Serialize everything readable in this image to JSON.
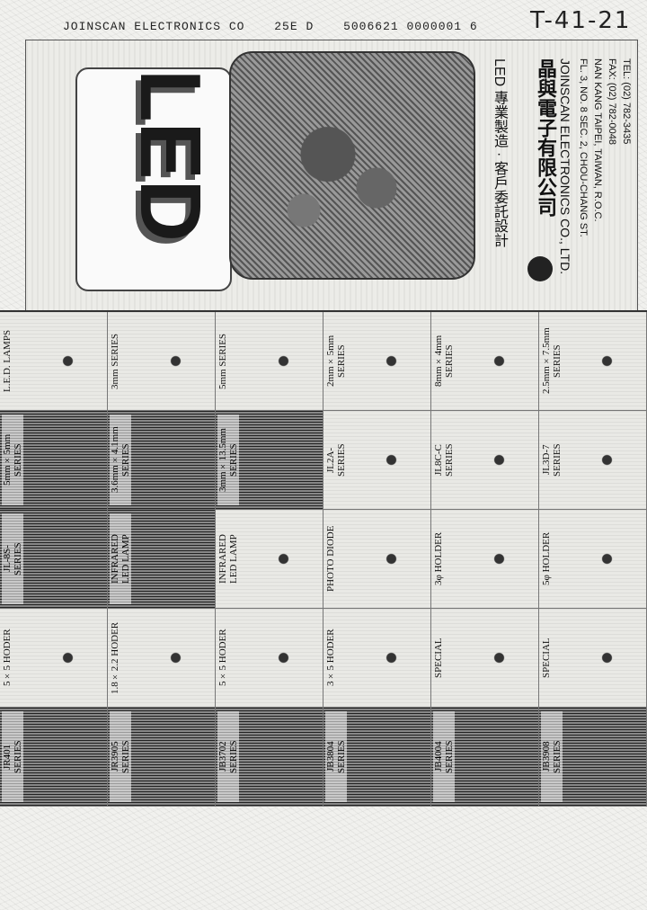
{
  "topline": {
    "company": "JOINSCAN ELECTRONICS CO",
    "code1": "25E D",
    "code2": "5006621 0000001 6",
    "handwritten": "T-41-21"
  },
  "header": {
    "logo": "LED",
    "cn_slogan": "LED 專業製造 · 客戶委託設計",
    "cn_name": "晶與電子有限公司",
    "en_name": "JOINSCAN ELECTRONICS CO., LTD.",
    "address1": "FL. 3, NO. 8 SEC. 2, CHOU-CHANG ST.",
    "address2": "NAN KANG TAIPEI, TAIWAN, R.O.C.",
    "fax": "FAX: (02) 782-0048",
    "tel": "TEL: (02) 782-3435"
  },
  "cells": [
    {
      "label": "L.E.D. LAMPS",
      "dark": false
    },
    {
      "label": "3mm SERIES",
      "dark": false
    },
    {
      "label": "5mm SERIES",
      "dark": false
    },
    {
      "label": "2mm×5mm\nSERIES",
      "dark": false
    },
    {
      "label": "8mm×4mm\nSERIES",
      "dark": false
    },
    {
      "label": "2.5mm×7.5mm\nSERIES",
      "dark": false
    },
    {
      "label": "5mm×5mm\nSERIES",
      "dark": true
    },
    {
      "label": "3.6mm×4.1mm\nSERIES",
      "dark": true
    },
    {
      "label": "3mm×13.5mm\nSERIES",
      "dark": true
    },
    {
      "label": "JL2A-\nSERIES",
      "dark": false
    },
    {
      "label": "JL8C-C\nSERIES",
      "dark": false
    },
    {
      "label": "JL3D-7\nSERIES",
      "dark": false
    },
    {
      "label": "JL-8S-\nSERIES",
      "dark": true
    },
    {
      "label": "INFRARED\nLED LAMP",
      "dark": true
    },
    {
      "label": "INFRARED\nLED LAMP",
      "dark": false
    },
    {
      "label": "PHOTO DIODE",
      "dark": false
    },
    {
      "label": "3φ HOLDER",
      "dark": false
    },
    {
      "label": "5φ HOLDER",
      "dark": false
    },
    {
      "label": "5×5 HODER",
      "dark": false
    },
    {
      "label": "1.8×2.2 HODER",
      "dark": false
    },
    {
      "label": "5×5 HODER",
      "dark": false
    },
    {
      "label": "3×5 HODER",
      "dark": false
    },
    {
      "label": "SPECIAL",
      "dark": false
    },
    {
      "label": "SPECIAL",
      "dark": false
    },
    {
      "label": "JR401\nSERIES",
      "dark": true
    },
    {
      "label": "JR3905\nSERIES",
      "dark": true
    },
    {
      "label": "JB3702\nSERIES",
      "dark": true
    },
    {
      "label": "JB3804\nSERIES",
      "dark": true
    },
    {
      "label": "JB4004\nSERIES",
      "dark": true
    },
    {
      "label": "JB3908\nSERIES",
      "dark": true
    }
  ]
}
